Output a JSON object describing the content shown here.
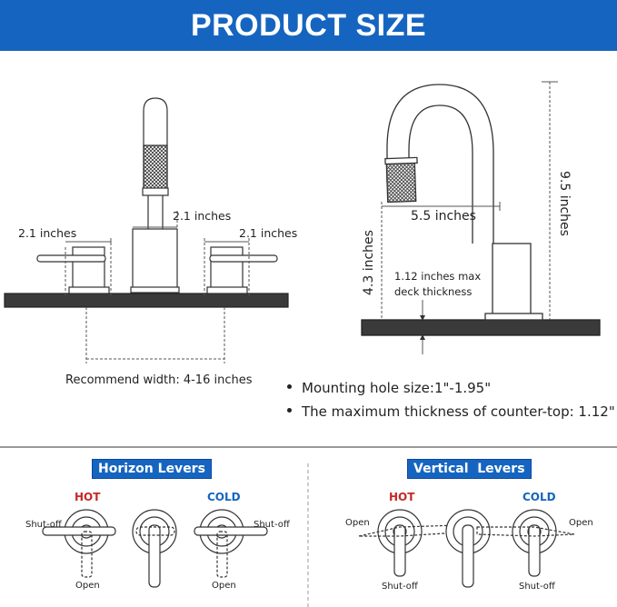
{
  "banner": {
    "title": "PRODUCT SIZE"
  },
  "front_view": {
    "left_handle_width": "2.1 inches",
    "spout_width": "2.1 inches",
    "right_handle_width": "2.1 inches",
    "recommend_width": "Recommend width: 4-16 inches"
  },
  "side_view": {
    "reach": "5.5 inches",
    "height": "9.5 inches",
    "spout_height": "4.3 inches",
    "deck_line1": "1.12 inches max",
    "deck_line2": "deck thickness"
  },
  "specs": {
    "mounting_hole": "Mounting hole size:1\"-1.95\"",
    "max_thickness": "The maximum thickness of counter-top: 1.12\""
  },
  "horizon": {
    "title": "Horizon Levers",
    "hot": "HOT",
    "cold": "COLD",
    "shutoff_left": "Shut-off",
    "shutoff_right": "Shut-off",
    "open_left": "Open",
    "open_right": "Open"
  },
  "vertical": {
    "title": "Vertical  Levers",
    "hot": "HOT",
    "cold": "COLD",
    "open_left": "Open",
    "open_right": "Open",
    "shutoff_left": "Shut-off",
    "shutoff_right": "Shut-off"
  },
  "colors": {
    "banner": "#1565c0",
    "hot": "#c62828",
    "cold": "#1565c0",
    "deck": "#3a3a3a"
  }
}
